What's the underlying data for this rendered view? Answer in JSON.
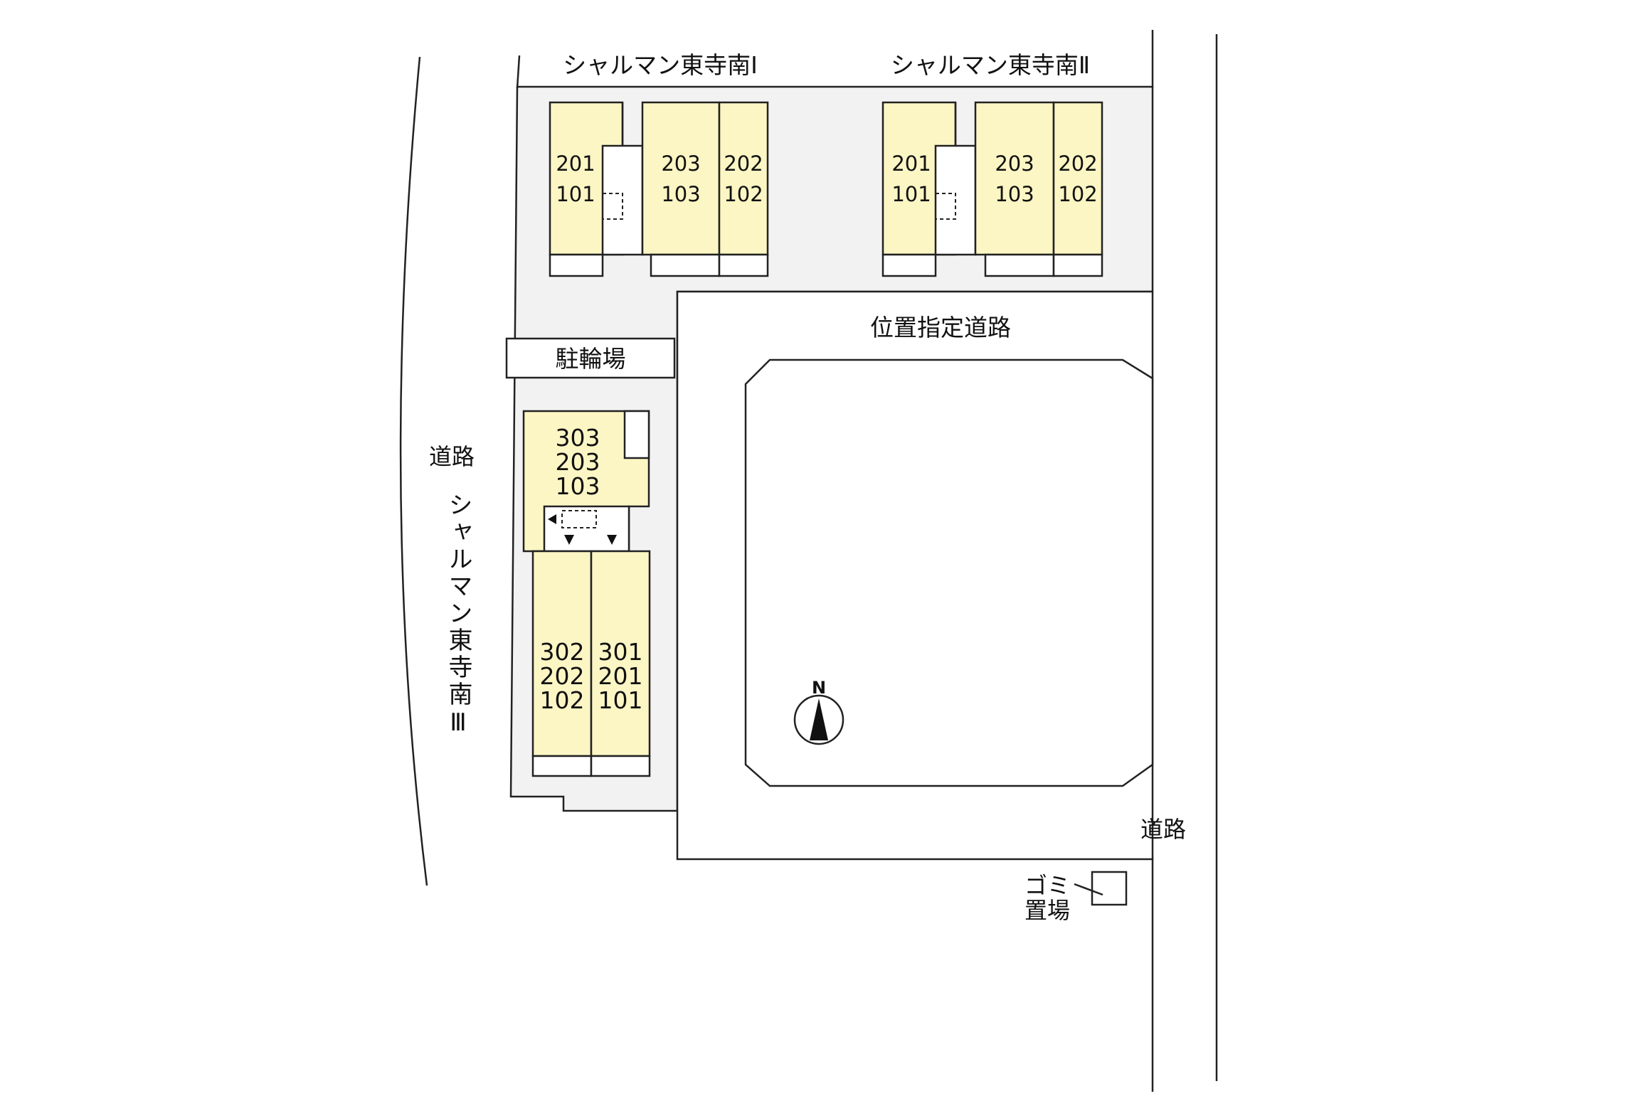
{
  "buildings": {
    "bldg_1": {
      "name": "シャルマン東寺南Ⅰ",
      "units": {
        "left": [
          "201",
          "101"
        ],
        "middle": [
          "203",
          "103"
        ],
        "right": [
          "202",
          "102"
        ]
      }
    },
    "bldg_2": {
      "name": "シャルマン東寺南Ⅱ",
      "units": {
        "left": [
          "201",
          "101"
        ],
        "middle": [
          "203",
          "103"
        ],
        "right": [
          "202",
          "102"
        ]
      }
    },
    "bldg_3": {
      "name": "シャルマン東寺南Ⅲ",
      "units": {
        "top": [
          "303",
          "203",
          "103"
        ],
        "bottom_left": [
          "302",
          "202",
          "102"
        ],
        "bottom_right": [
          "301",
          "201",
          "101"
        ]
      }
    }
  },
  "facilities": {
    "bicycle_parking": "駐輪場",
    "garbage": [
      "ゴミ",
      "置場"
    ]
  },
  "roads": {
    "designated_road": "位置指定道路",
    "left_road": "道路",
    "right_road": "道路"
  },
  "compass": {
    "label": "N"
  },
  "colors": {
    "unit_fill": "#fcf6c4",
    "lot_fill": "#f2f2f2",
    "line": "#222222"
  }
}
